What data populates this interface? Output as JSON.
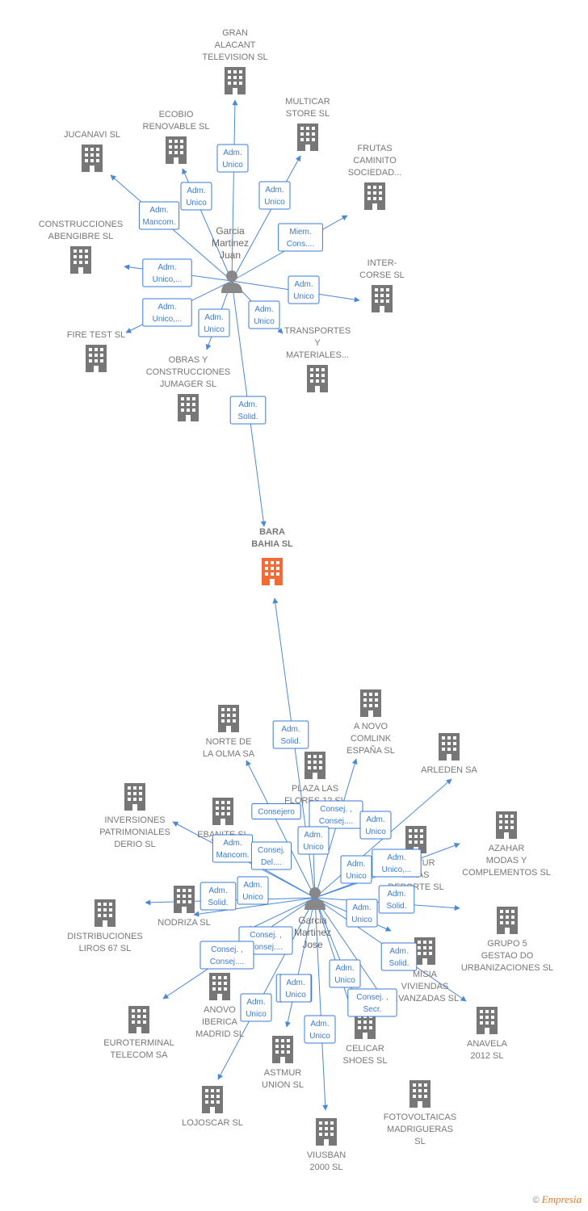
{
  "colors": {
    "edge": "#4a88d8",
    "building": "#777777",
    "focus": "#f26a36",
    "person": "#888888"
  },
  "focus_company": {
    "label": "BARA\nBAHIA SL"
  },
  "persons": [
    {
      "id": "juan",
      "label": "Garcia\nMartinez\nJuan"
    },
    {
      "id": "jose",
      "label": "Garcia\nMartinez\nJose"
    }
  ],
  "companies": [
    {
      "id": "c1",
      "label": "GRAN\nALACANT\nTELEVISION SL"
    },
    {
      "id": "c2",
      "label": "MULTICAR\nSTORE SL"
    },
    {
      "id": "c3",
      "label": "ECOBIO\nRENOVABLE SL"
    },
    {
      "id": "c4",
      "label": "JUCANAVI SL"
    },
    {
      "id": "c5",
      "label": "FRUTAS\nCAMINITO\nSOCIEDAD..."
    },
    {
      "id": "c6",
      "label": "CONSTRUCCIONES\nABENGIBRE SL"
    },
    {
      "id": "c7",
      "label": "INTER-\nCORSE SL"
    },
    {
      "id": "c8",
      "label": "FIRE TEST SL"
    },
    {
      "id": "c9",
      "label": "TRANSPORTES\nY\nMATERIALES..."
    },
    {
      "id": "c10",
      "label": "OBRAS Y\nCONSTRUCCIONES\nJUMAGER SL"
    },
    {
      "id": "d1",
      "label": "A NOVO\nCOMLINK\nESPAÑA SL"
    },
    {
      "id": "d2",
      "label": "NORTE DE\nLA OLMA SA"
    },
    {
      "id": "d3",
      "label": "ARLEDEN SA"
    },
    {
      "id": "d4",
      "label": "PLAZA LAS\nFLORES 12 SL"
    },
    {
      "id": "d5",
      "label": "INVERSIONES\nPATRIMONIALES\nDERIO SL"
    },
    {
      "id": "d6",
      "label": "EBANITE SL"
    },
    {
      "id": "d7",
      "label": "AZAHAR\nMODAS Y\nCOMPLEMENTOS SL"
    },
    {
      "id": "d8",
      "label": "...ENTUR\n...MAS\nDEPORTE SL"
    },
    {
      "id": "d9",
      "label": "NODRIZA SL"
    },
    {
      "id": "d10",
      "label": "DISTRIBUCIONES\nLIROS 67 SL"
    },
    {
      "id": "d11",
      "label": "GRUPO 5\nGESTAO DO\nURBANIZACIONES SL"
    },
    {
      "id": "d12",
      "label": "MISIA\nVIVIENDAS\n...VANZADAS SL"
    },
    {
      "id": "d13",
      "label": "ANOVO\nIBERICA\nMADRID SL"
    },
    {
      "id": "d14",
      "label": "EUROTERMINAL\nTELECOM SA"
    },
    {
      "id": "d15",
      "label": "ANAVELA\n2012 SL"
    },
    {
      "id": "d16",
      "label": "CELICAR\nSHOES SL"
    },
    {
      "id": "d17",
      "label": "ASTMUR\nUNION SL"
    },
    {
      "id": "d18",
      "label": "LOJOSCAR SL"
    },
    {
      "id": "d19",
      "label": "FOTOVOLTAICAS\nMADRIGUERAS\nSL"
    },
    {
      "id": "d20",
      "label": "VIUSBAN\n2000 SL"
    }
  ],
  "roles": [
    "Adm.\nUnico",
    "Adm.\nUnico",
    "Adm.\nUnico",
    "Adm.\nMancom.",
    "Miem.\nCons....",
    "Adm.\nUnico,...",
    "Adm.\nUnico",
    "Adm.\nUnico,...",
    "Adm.\nUnico",
    "Adm.\nUnico",
    "Adm.\nSolid.",
    "Adm.\nSolid.",
    "Consejero",
    "Consej. ,\nConsej....",
    "Adm.\nUnico",
    "Adm.\nUnico",
    "Adm.\nMancom.",
    "Consej.\nDel....",
    "Adm.\nUnico",
    "Adm.\nUnico,...",
    "Adm.\nUnico",
    "Adm.\nSolid.",
    "Adm.\nSolid.",
    "Adm.\nUnico",
    "Consej. ,\nConsej....",
    "Consej. ,\nConsej....",
    "Adm.\nSolid.",
    "Adm.\nUnico",
    "Adm.\nSolid.",
    "Adm.\nUnico",
    "Consej. ,\nSecr.",
    "Adm.\nUnico",
    "Adm.\nUnico"
  ],
  "footer": {
    "copyright": "©",
    "brand": "Empresia"
  }
}
